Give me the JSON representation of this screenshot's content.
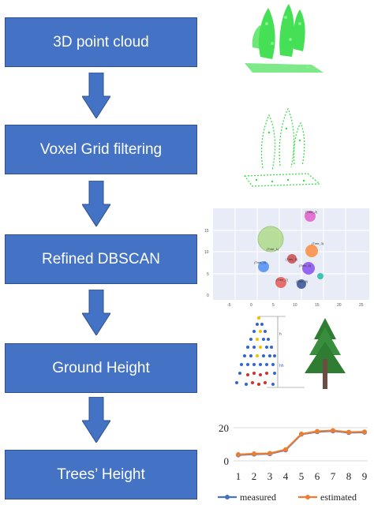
{
  "pipeline": {
    "steps": [
      {
        "label": "3D point cloud"
      },
      {
        "label": "Voxel Grid filtering"
      },
      {
        "label": "Refined DBSCAN"
      },
      {
        "label": "Ground Height"
      },
      {
        "label": "Trees’ Height"
      }
    ]
  },
  "colors": {
    "step_fill": "#4472c4",
    "step_text": "#ffffff",
    "point_cloud": "#33dd44",
    "measured": "#4472c4",
    "estimated": "#ed7d31"
  },
  "icons": {
    "point_cloud": "point-cloud-image",
    "voxel": "voxel-filtered-image",
    "tree": "pine-tree-image"
  },
  "dbscan_plot": {
    "x_ticks": [
      "-5",
      "0",
      "5",
      "10",
      "15",
      "20",
      "25"
    ],
    "y_ticks": [
      "15",
      "10",
      "5",
      "0"
    ],
    "cluster_labels": [
      "(Tree_1)",
      "(Tree_2)",
      "(Tree_3)",
      "(Tree_4)",
      "(Tree_5)",
      "(Tree_6)",
      "(Tree_7)",
      "(Tree_8)"
    ]
  },
  "ground_height": {
    "labels": [
      "h",
      "hh"
    ]
  },
  "chart_data": {
    "type": "line",
    "categories": [
      "1",
      "2",
      "3",
      "4",
      "5",
      "6",
      "7",
      "8",
      "9"
    ],
    "series": [
      {
        "name": "measured",
        "values": [
          3.5,
          4,
          4.2,
          6.5,
          16,
          17.5,
          18,
          17,
          17.2
        ]
      },
      {
        "name": "estimated",
        "values": [
          3.8,
          4.3,
          4.5,
          6.8,
          16.2,
          17.8,
          18.3,
          17.3,
          17.5
        ]
      }
    ],
    "y_ticks": [
      "20",
      "0"
    ],
    "ylim": [
      0,
      20
    ],
    "legend": "bottom",
    "grid": true
  }
}
